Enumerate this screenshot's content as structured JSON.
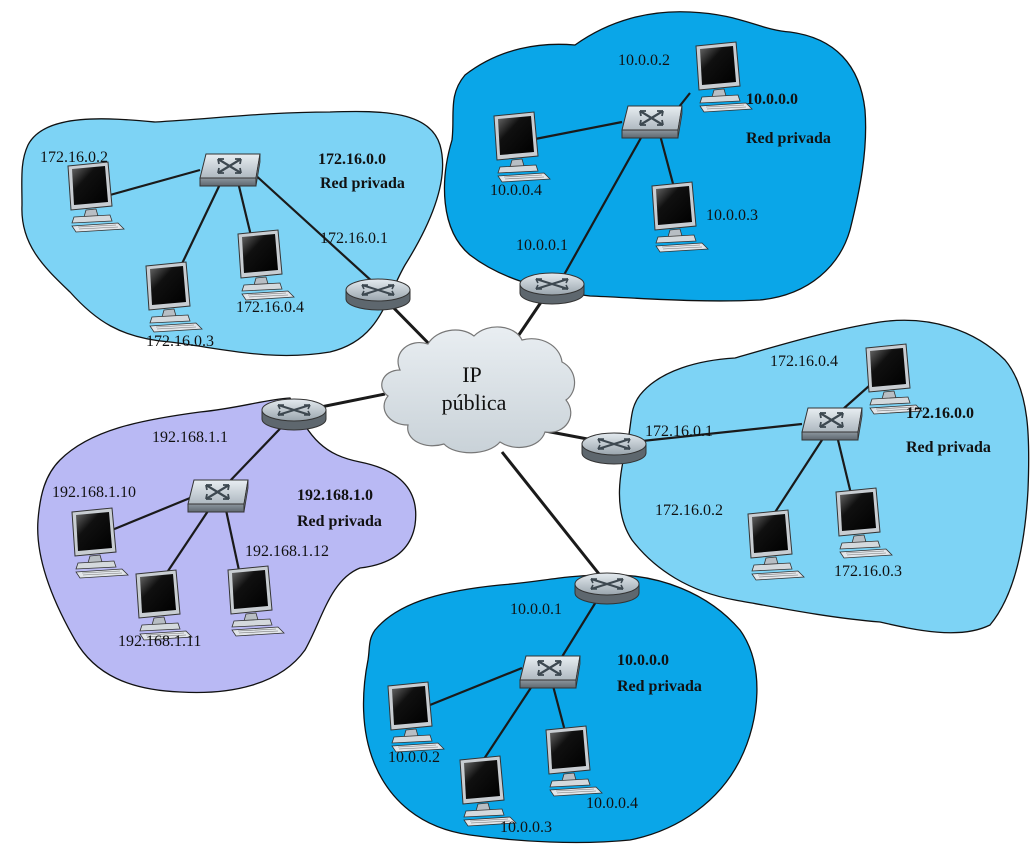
{
  "cloud": {
    "line1": "IP",
    "line2": "pública"
  },
  "networks": {
    "nw": {
      "color": "#7dd3f5",
      "network_label": "172.16.0.0",
      "type_label": "Red privada",
      "router_ip": "172.16.0.1",
      "hosts": [
        "172.16.0.2",
        "172.16.0.3",
        "172.16.0.4"
      ]
    },
    "ne": {
      "color": "#0aa6e8",
      "network_label": "10.0.0.0",
      "type_label": "Red privada",
      "router_ip": "10.0.0.1",
      "hosts": [
        "10.0.0.2",
        "10.0.0.4",
        "10.0.0.3"
      ]
    },
    "e": {
      "color": "#7dd3f5",
      "network_label": "172.16.0.0",
      "type_label": "Red privada",
      "router_ip": "172.16.0.1",
      "hosts": [
        "172.16.0.4",
        "172.16.0.2",
        "172.16.0.3"
      ]
    },
    "w": {
      "color": "#b9b9f4",
      "network_label": "192.168.1.0",
      "type_label": "Red privada",
      "router_ip": "192.168.1.1",
      "hosts": [
        "192.168.1.10",
        "192.168.1.12",
        "192.168.1.11"
      ]
    },
    "s": {
      "color": "#0aa6e8",
      "network_label": "10.0.0.0",
      "type_label": "Red privada",
      "router_ip": "10.0.0.1",
      "hosts": [
        "10.0.0.2",
        "10.0.0.3",
        "10.0.0.4"
      ]
    }
  }
}
